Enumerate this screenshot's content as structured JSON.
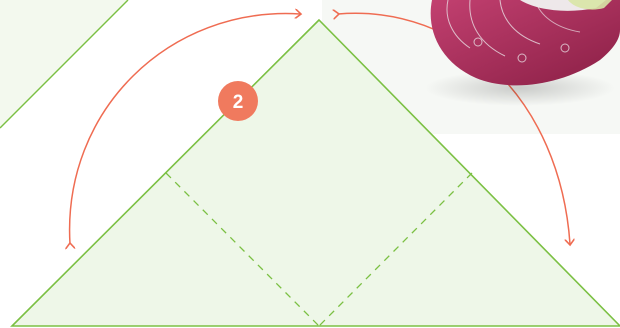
{
  "diagram": {
    "step_number": "2",
    "colors": {
      "fold_line": "#7bc043",
      "fill": "#eef7e8",
      "arrow": "#ef6c52",
      "badge": "#f07a5e",
      "badge_text": "#ffffff",
      "cloth_main": "#a12a55",
      "cloth_highlight": "#e9dde2"
    },
    "icons": {
      "step_badge": "numbered-circle",
      "left_arrow": "curved-arrow-up-to-apex",
      "right_arrow": "curved-arrow-down-from-apex",
      "photo": "folded-cloth-photo"
    }
  }
}
